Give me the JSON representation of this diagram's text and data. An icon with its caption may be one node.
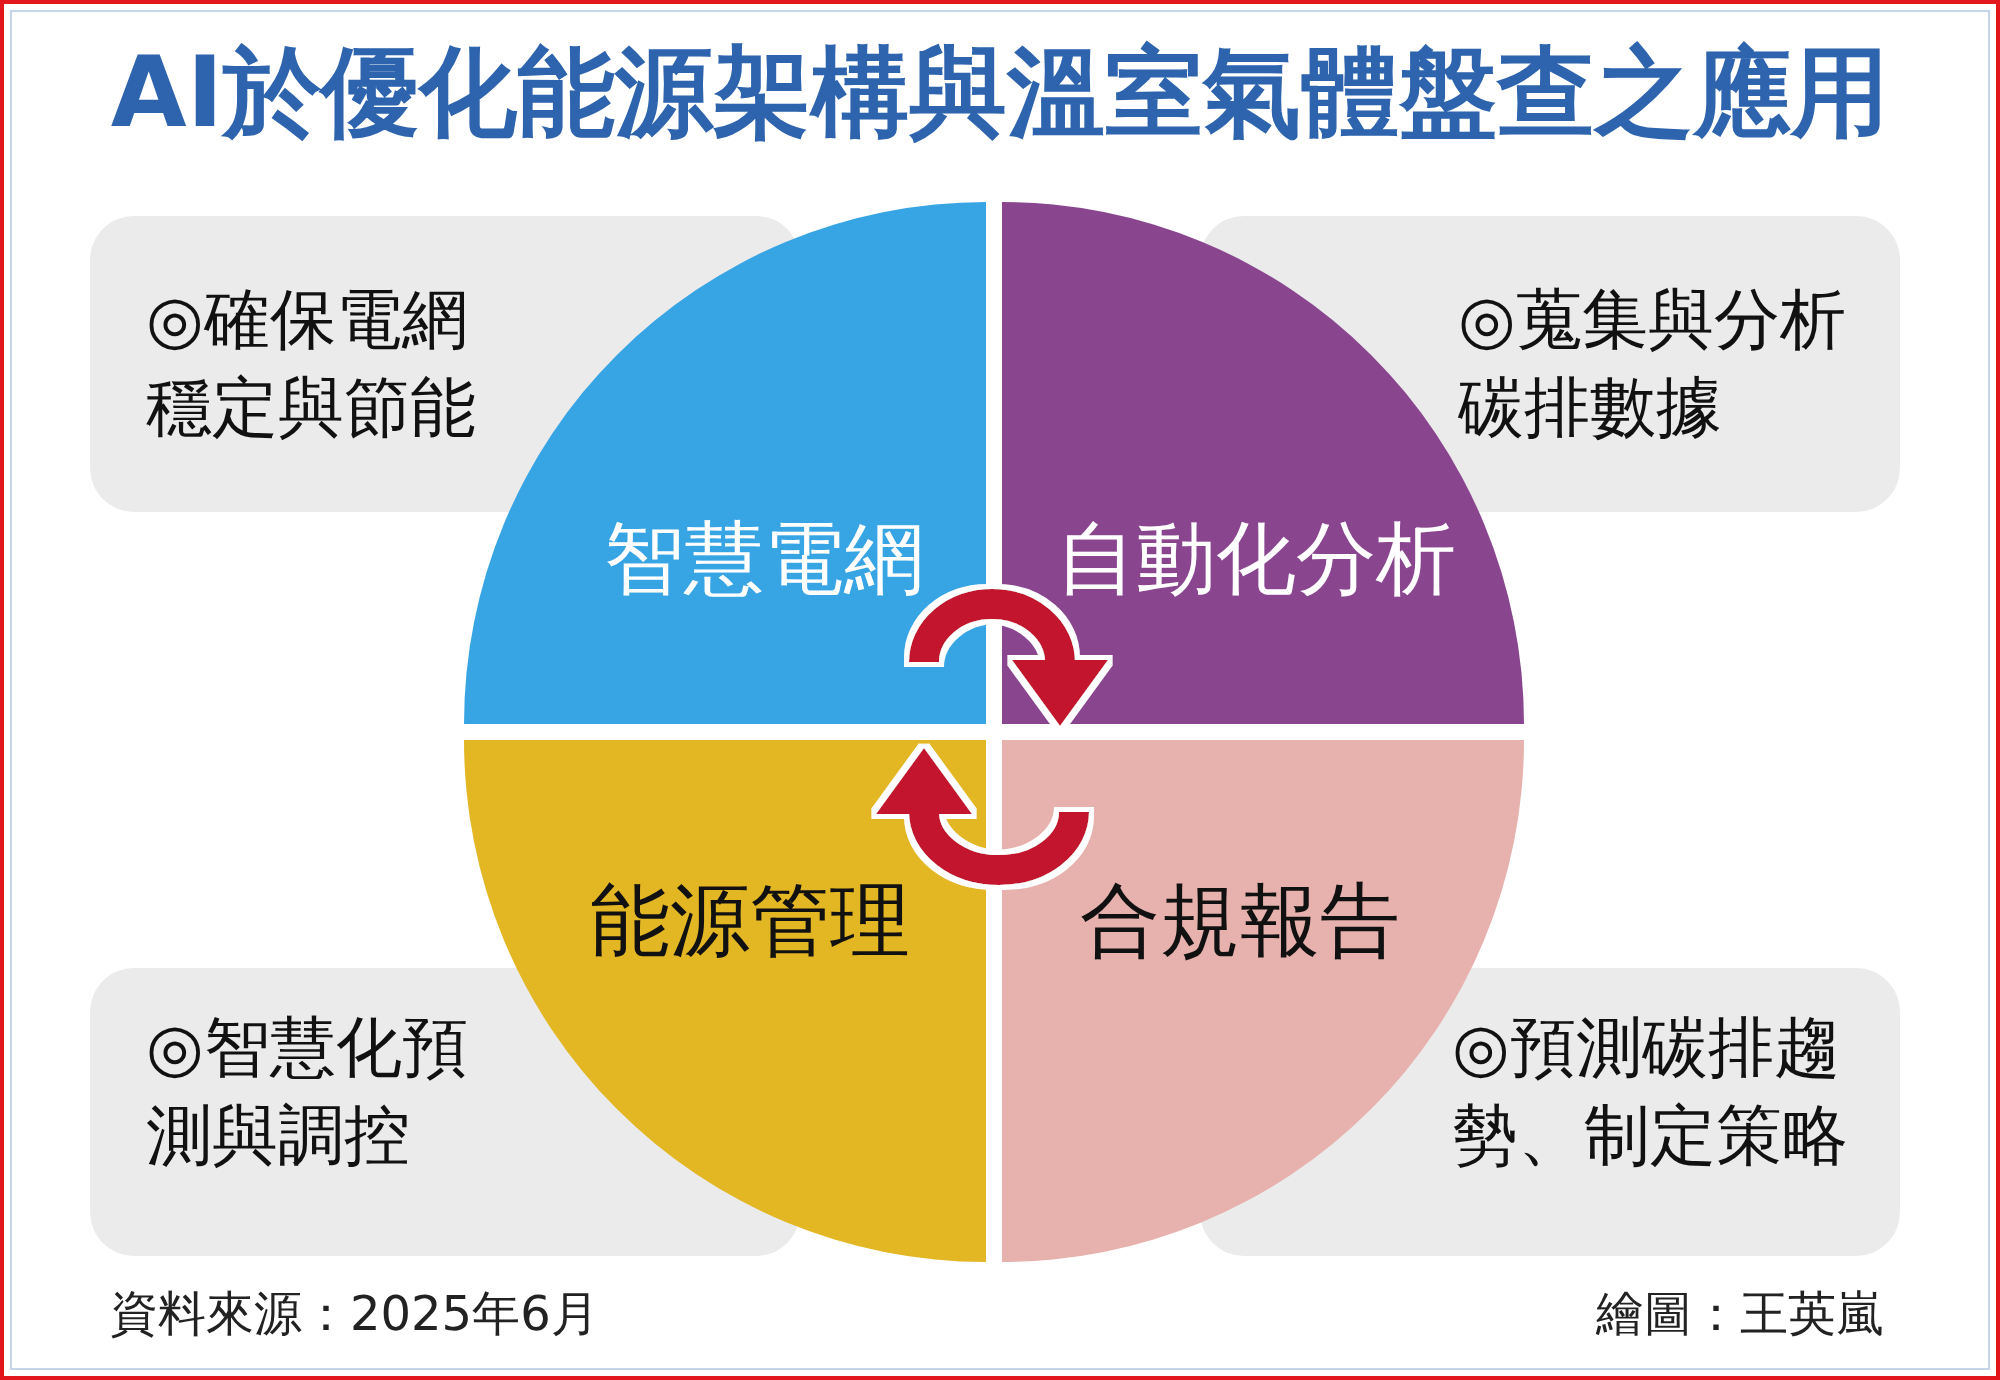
{
  "diagram": {
    "title": "AI於優化能源架構與溫室氣體盤查之應用",
    "nodes": [
      {
        "text": [
          "◎確保電網穩定與節能"
        ]
      },
      {
        "text": [
          "智慧電網"
        ]
      },
      {
        "text": [
          "自動化分析"
        ]
      },
      {
        "text": [
          "◎蒐集與分析碳排數據"
        ]
      },
      {
        "text": [
          "◎智慧化預測與調控"
        ]
      },
      {
        "text": [
          "能源管理"
        ]
      },
      {
        "text": [
          "合規報告"
        ]
      },
      {
        "text": [
          "◎預測碳排趨勢、制定策略"
        ]
      }
    ],
    "edges": [
      {
        "from": 1,
        "to": 2,
        "arrow": "to"
      },
      {
        "from": 6,
        "to": 5,
        "arrow": "to"
      }
    ],
    "labels": [
      "資料來源：2025年6月",
      "繪圖：王英嵐"
    ]
  }
}
